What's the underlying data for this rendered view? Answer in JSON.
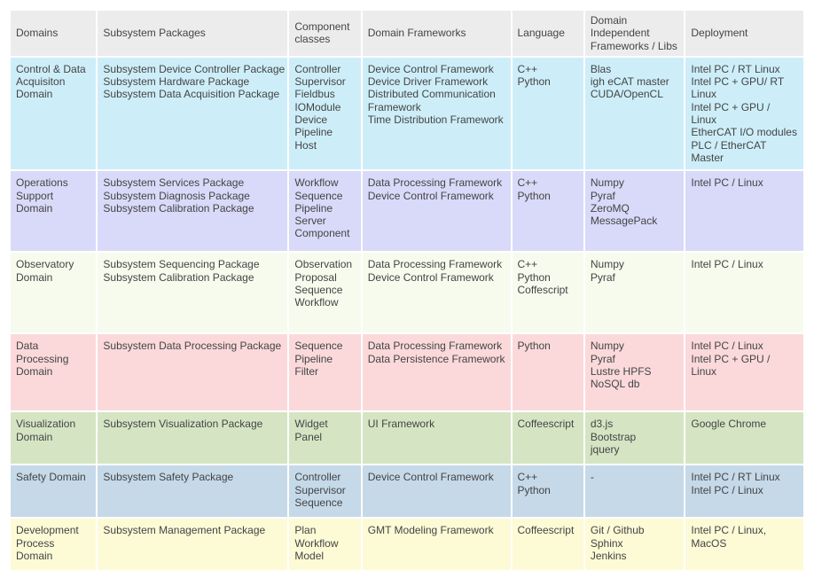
{
  "table": {
    "headers": [
      "Domains",
      "Subsystem Packages",
      "Component classes",
      "Domain Frameworks",
      "Language",
      "Domain Independent Frameworks / Libs",
      "Deployment"
    ],
    "rows": [
      {
        "color": "#cdeef9",
        "height": 120,
        "cells": [
          [
            "Control & Data Acquisiton Domain"
          ],
          [
            "Subsystem Device Controller Package",
            "Subsystem Hardware Package",
            "Subsystem Data Acquisition Package"
          ],
          [
            "Controller",
            "Supervisor",
            "Fieldbus",
            "IOModule",
            "Device",
            "Pipeline",
            "Host"
          ],
          [
            "Device Control Framework",
            "Device Driver Framework",
            "Distributed Communication Framework",
            "Time Distribution Framework"
          ],
          [
            "C++",
            "Python"
          ],
          [
            "Blas",
            "igh eCAT master",
            "CUDA/OpenCL"
          ],
          [
            "Intel PC / RT Linux",
            "Intel PC + GPU/ RT Linux",
            "Intel PC + GPU / Linux",
            "EtherCAT I/O modules",
            "PLC / EtherCAT Master"
          ]
        ]
      },
      {
        "color": "#d9d9f9",
        "height": 90,
        "cells": [
          [
            "Operations Support Domain"
          ],
          [
            "Subsystem Services Package",
            "Subsystem Diagnosis Package",
            "Subsystem Calibration Package"
          ],
          [
            "Workflow",
            "Sequence",
            "Pipeline",
            "Server",
            "Component"
          ],
          [
            "Data Processing Framework",
            "Device Control Framework"
          ],
          [
            "C++",
            "Python"
          ],
          [
            "Numpy",
            "Pyraf",
            "ZeroMQ",
            "MessagePack"
          ],
          [
            "Intel PC / Linux"
          ]
        ]
      },
      {
        "color": "#f6fbee",
        "height": 90,
        "cells": [
          [
            "Observatory Domain"
          ],
          [
            "Subsystem Sequencing Package",
            "Subsystem Calibration Package"
          ],
          [
            "Observation",
            "Proposal",
            "Sequence",
            "Workflow"
          ],
          [
            "Data Processing Framework",
            "Device Control Framework"
          ],
          [
            "C++",
            "Python",
            "Coffescript"
          ],
          [
            "Numpy",
            "Pyraf"
          ],
          [
            "Intel PC / Linux"
          ]
        ]
      },
      {
        "color": "#fbd9db",
        "height": 86,
        "cells": [
          [
            "Data Processing Domain"
          ],
          [
            "Subsystem Data Processing Package"
          ],
          [
            "Sequence",
            "Pipeline",
            "Filter"
          ],
          [
            "Data Processing Framework",
            "Data Persistence Framework"
          ],
          [
            "Python"
          ],
          [
            "Numpy",
            "Pyraf",
            "Lustre HPFS",
            "NoSQL db"
          ],
          [
            "Intel PC / Linux",
            "Intel PC + GPU / Linux"
          ]
        ]
      },
      {
        "color": "#d5e5c4",
        "height": 58,
        "cells": [
          [
            "Visualization Domain"
          ],
          [
            "Subsystem Visualization Package"
          ],
          [
            "Widget",
            "Panel"
          ],
          [
            "UI Framework"
          ],
          [
            "Coffeescript"
          ],
          [
            "d3.js",
            "Bootstrap",
            "jquery"
          ],
          [
            "Google Chrome"
          ]
        ]
      },
      {
        "color": "#c5d9e9",
        "height": 58,
        "cells": [
          [
            "Safety Domain"
          ],
          [
            "Subsystem Safety Package"
          ],
          [
            "Controller",
            "Supervisor",
            "Sequence"
          ],
          [
            "Device Control Framework"
          ],
          [
            "C++",
            "Python"
          ],
          [
            "-"
          ],
          [
            "Intel PC / RT Linux",
            "Intel PC / Linux"
          ]
        ]
      },
      {
        "color": "#fcfbd6",
        "height": 58,
        "cells": [
          [
            "Development Process Domain"
          ],
          [
            "Subsystem Management Package"
          ],
          [
            "Plan",
            "Workflow",
            "Model"
          ],
          [
            "GMT Modeling Framework"
          ],
          [
            "Coffeescript"
          ],
          [
            "Git / Github",
            "Sphinx",
            "Jenkins"
          ],
          [
            "Intel PC / Linux, MacOS"
          ]
        ]
      }
    ]
  }
}
